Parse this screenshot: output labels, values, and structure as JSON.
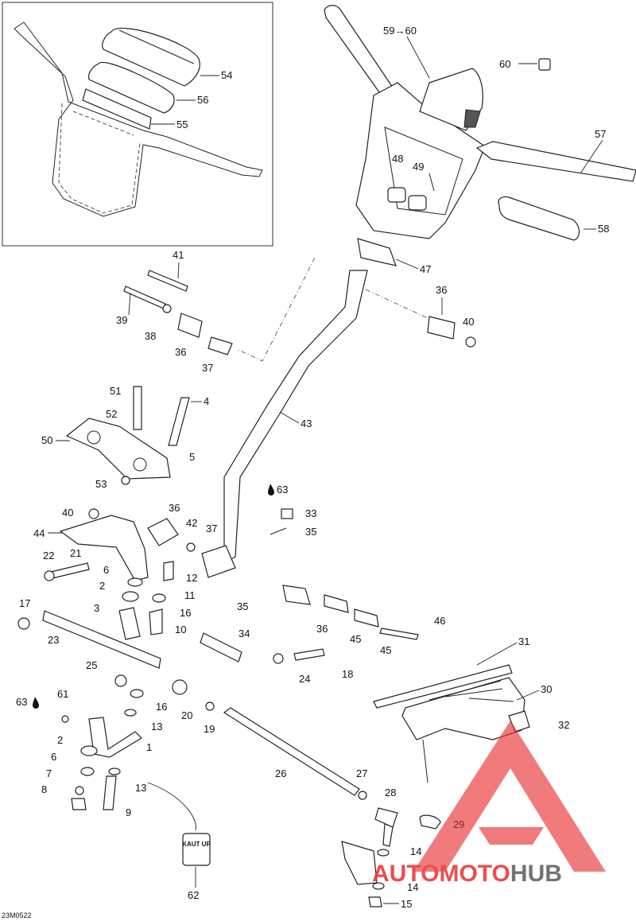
{
  "diagram_code": "23M0522",
  "callouts": {
    "c1": "1",
    "c2a": "2",
    "c2b": "2",
    "c3": "3",
    "c4": "4",
    "c5": "5",
    "c6a": "6",
    "c6b": "6",
    "c7": "7",
    "c8": "8",
    "c9": "9",
    "c10": "10",
    "c11": "11",
    "c12": "12",
    "c13a": "13",
    "c13b": "13",
    "c14a": "14",
    "c14b": "14",
    "c15": "15",
    "c16a": "16",
    "c16b": "16",
    "c17": "17",
    "c18": "18",
    "c19": "19",
    "c20": "20",
    "c21": "21",
    "c22": "22",
    "c23": "23",
    "c24": "24",
    "c25": "25",
    "c26": "26",
    "c27": "27",
    "c28": "28",
    "c29": "29",
    "c30": "30",
    "c31": "31",
    "c32": "32",
    "c33": "33",
    "c34": "34",
    "c35a": "35",
    "c35b": "35",
    "c36a": "36",
    "c36b": "36",
    "c36c": "36",
    "c36d": "36",
    "c37a": "37",
    "c37b": "37",
    "c38": "38",
    "c39": "39",
    "c40a": "40",
    "c40b": "40",
    "c41": "41",
    "c42": "42",
    "c43": "43",
    "c44": "44",
    "c45a": "45",
    "c45b": "45",
    "c46": "46",
    "c47": "47",
    "c48": "48",
    "c49": "49",
    "c50": "50",
    "c51": "51",
    "c52": "52",
    "c53": "53",
    "c54": "54",
    "c55": "55",
    "c56": "56",
    "c57": "57",
    "c58": "58",
    "c5960": "59→60",
    "c60": "60",
    "c61": "61",
    "c62": "62",
    "c63a": "63",
    "c63b": "63"
  },
  "kaut_tag": "KAUT UP",
  "watermark": {
    "part1": "AUTOMOTO",
    "part2": "HUB",
    "color_red": "#e8282a",
    "color_dark": "#555555"
  }
}
